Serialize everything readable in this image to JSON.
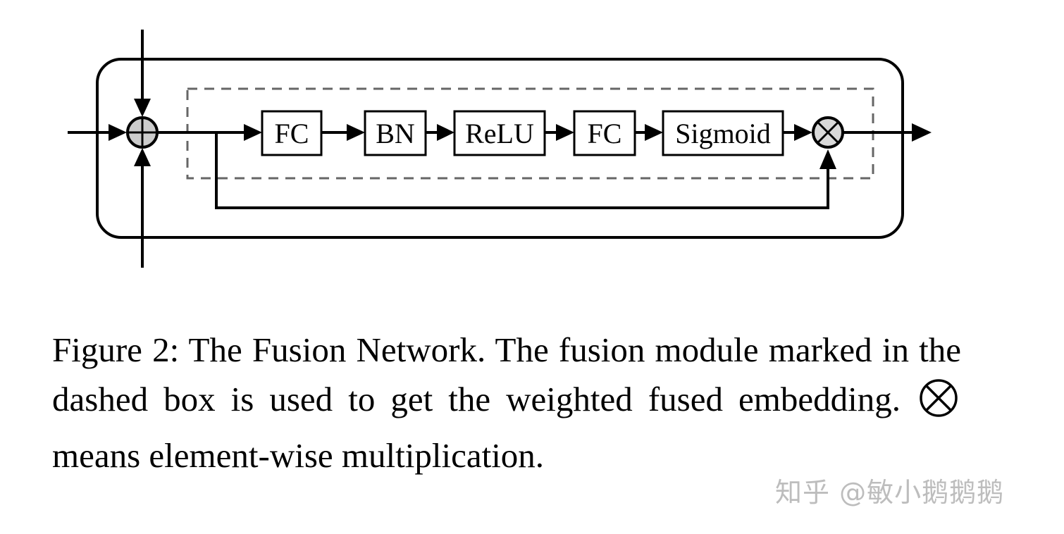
{
  "diagram": {
    "blocks": [
      {
        "id": "fc1",
        "label": "FC"
      },
      {
        "id": "bn",
        "label": "BN"
      },
      {
        "id": "relu",
        "label": "ReLU"
      },
      {
        "id": "fc2",
        "label": "FC"
      },
      {
        "id": "sigmoid",
        "label": "Sigmoid"
      }
    ],
    "symbols": {
      "add": "oplus-icon",
      "multiply": "otimes-icon"
    },
    "colors": {
      "stroke": "#000000",
      "dashed_box": "#666666",
      "add_fill": "#cccccc",
      "multiply_fill": "#d9d9d9"
    }
  },
  "caption": {
    "part1": "Figure 2: The Fusion Network. The fusion module marked in the dashed box is used to get the weighted fused embedding.",
    "part2": "means element-wise multiplication."
  },
  "watermark": "知乎 @敏小鹅鹅鹅"
}
